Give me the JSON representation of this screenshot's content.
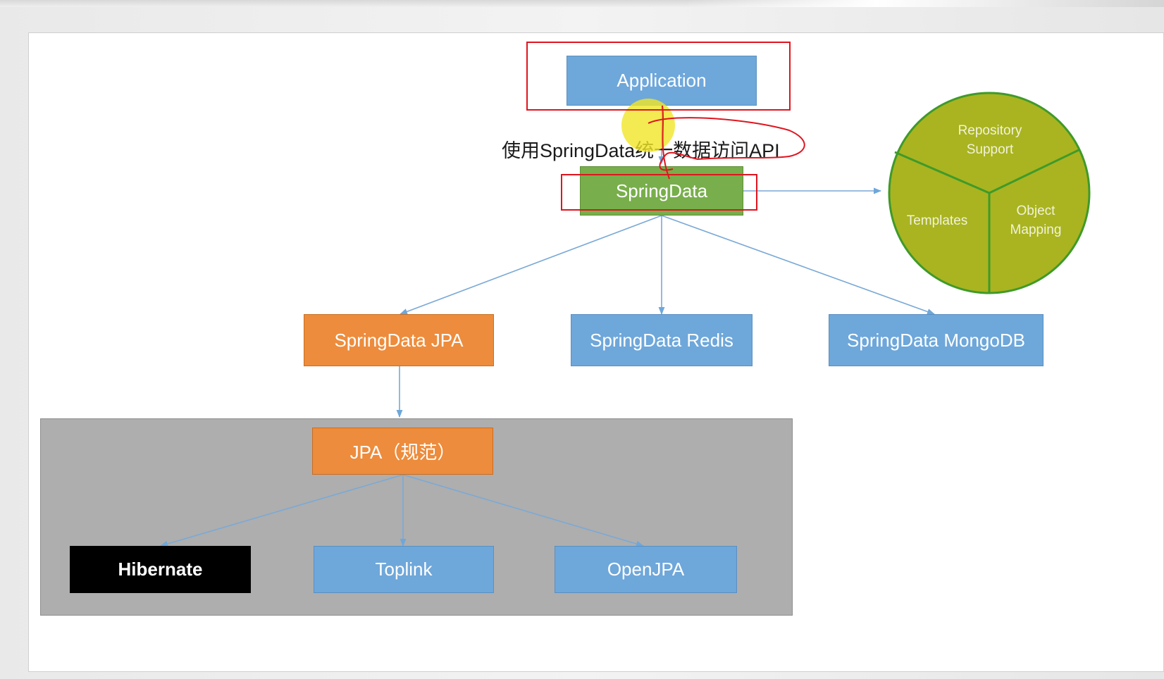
{
  "diagram": {
    "application": "Application",
    "caption": "使用SpringData统一数据访问API",
    "springdata": "SpringData",
    "modules": {
      "jpa": "SpringData JPA",
      "redis": "SpringData Redis",
      "mongodb": "SpringData MongoDB"
    },
    "jpa_spec": "JPA（规范）",
    "implementations": {
      "hibernate": "Hibernate",
      "toplink": "Toplink",
      "openjpa": "OpenJPA"
    },
    "features": {
      "repository_line1": "Repository",
      "repository_line2": "Support",
      "templates": "Templates",
      "object_mapping_line1": "Object",
      "object_mapping_line2": "Mapping"
    }
  },
  "colors": {
    "blue": "#6ea7da",
    "orange": "#ed8c3c",
    "green": "#78ae4b",
    "olive": "#a9b420",
    "annotation_red": "#e0141e",
    "highlight_yellow": "#f0e626",
    "gray_container": "#aeaeae"
  }
}
